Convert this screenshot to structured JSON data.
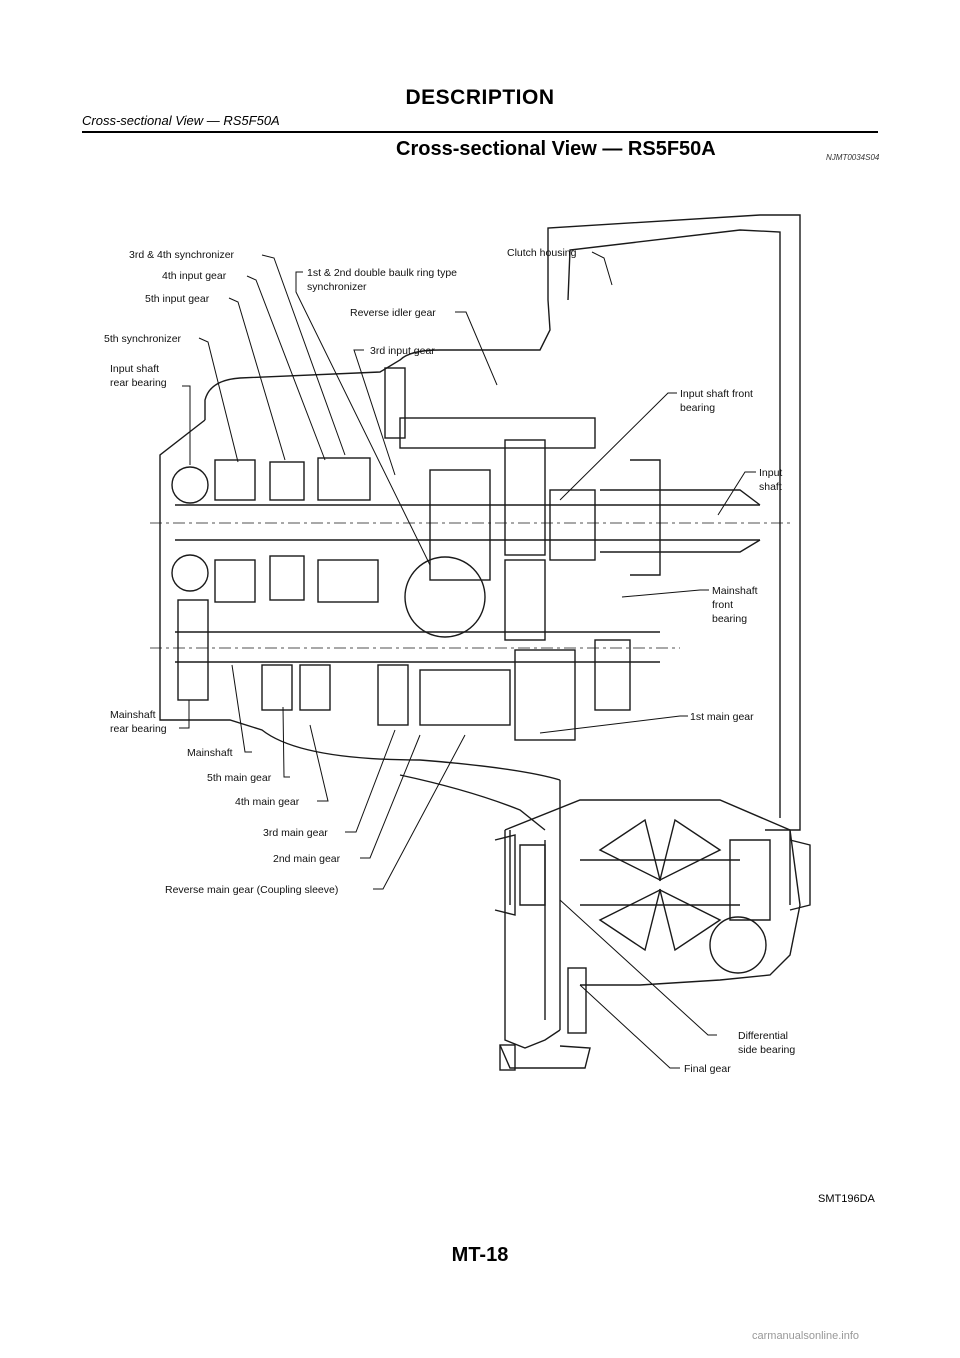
{
  "header": {
    "title": "DESCRIPTION",
    "subtitle": "Cross-sectional View — RS5F50A"
  },
  "section": {
    "title": "Cross-sectional View — RS5F50A",
    "code": "NJMT0034S04"
  },
  "figure": {
    "id": "SMT196DA",
    "labels": {
      "sync_34": "3rd & 4th synchronizer",
      "input_4th": "4th input gear",
      "input_5th": "5th input gear",
      "sync_5th": "5th synchronizer",
      "input_rear_1": "Input shaft",
      "input_rear_2": "rear bearing",
      "baulk_1": "1st & 2nd double baulk ring type",
      "baulk_2": "synchronizer",
      "clutch_housing": "Clutch housing",
      "reverse_idler": "Reverse idler gear",
      "input_3rd": "3rd input gear",
      "input_front_1": "Input shaft front",
      "input_front_2": "bearing",
      "input_shaft_1": "Input",
      "input_shaft_2": "shaft",
      "main_front_1": "Mainshaft",
      "main_front_2": "front",
      "main_front_3": "bearing",
      "main_1st": "1st main gear",
      "main_rear_1": "Mainshaft",
      "main_rear_2": "rear bearing",
      "mainshaft": "Mainshaft",
      "main_5th": "5th main gear",
      "main_4th": "4th main gear",
      "main_3rd": "3rd main gear",
      "main_2nd": "2nd main gear",
      "reverse_main": "Reverse main gear (Coupling sleeve)",
      "diff_1": "Differential",
      "diff_2": "side bearing",
      "final_gear": "Final gear"
    }
  },
  "page_number": "MT-18",
  "footer": "carmanualsonline.info"
}
